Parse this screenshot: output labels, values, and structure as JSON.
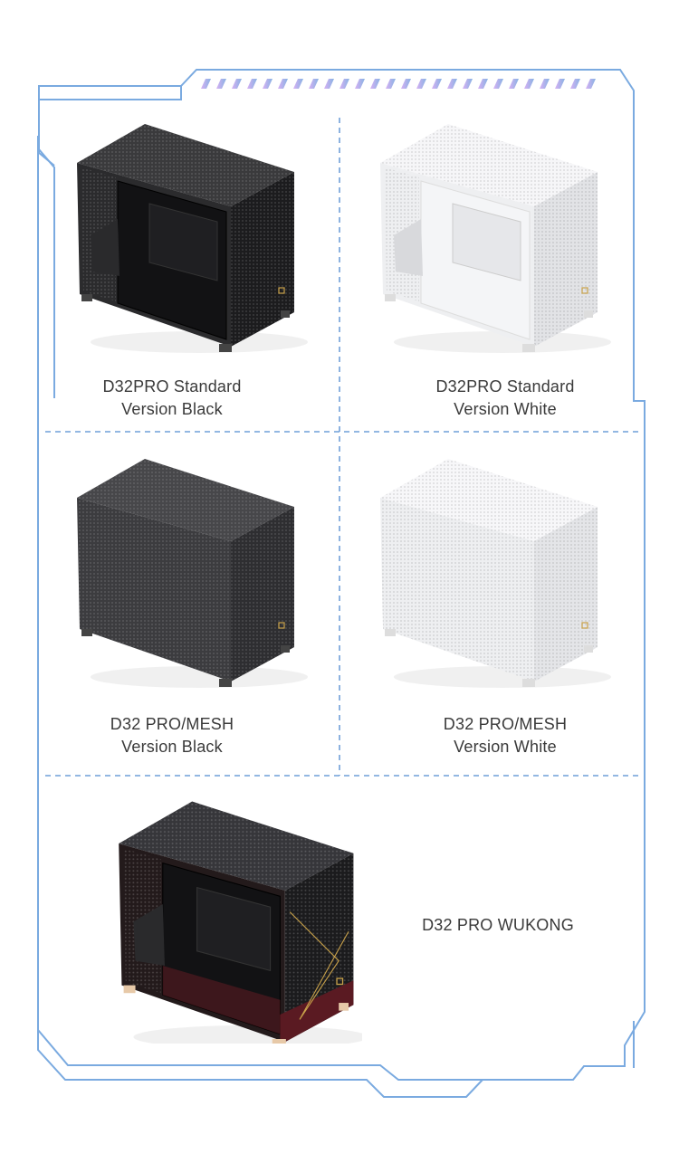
{
  "products": [
    {
      "line1": "D32PRO Standard",
      "line2": "Version Black",
      "body": "#2b2b2d",
      "side": "#1c1c1e",
      "top": "#3a3a3c",
      "accent": "#c9a24a",
      "glass": true
    },
    {
      "line1": "D32PRO Standard",
      "line2": "Version White",
      "body": "#eeeff1",
      "side": "#e2e3e6",
      "top": "#f6f6f8",
      "accent": "#c9a24a",
      "glass": true
    },
    {
      "line1": "D32 PRO/MESH",
      "line2": "Version Black",
      "body": "#3c3c3f",
      "side": "#2e2e31",
      "top": "#47474a",
      "accent": "#c9a24a",
      "glass": false
    },
    {
      "line1": "D32 PRO/MESH",
      "line2": "Version White",
      "body": "#eeeff1",
      "side": "#e4e5e8",
      "top": "#f7f7f9",
      "accent": "#c9a24a",
      "glass": false
    },
    {
      "line1": "D32 PRO WUKONG",
      "line2": "",
      "body": "#231a1b",
      "side": "#1b1b1d",
      "top": "#36363a",
      "accent": "#c9a24a",
      "glass": true,
      "base": "#5a1a22"
    }
  ],
  "colors": {
    "frame": "#7aaae0",
    "stripe_start": "#d3a8f2",
    "stripe_end": "#7aaae0",
    "divider": "#6f9fd8"
  }
}
